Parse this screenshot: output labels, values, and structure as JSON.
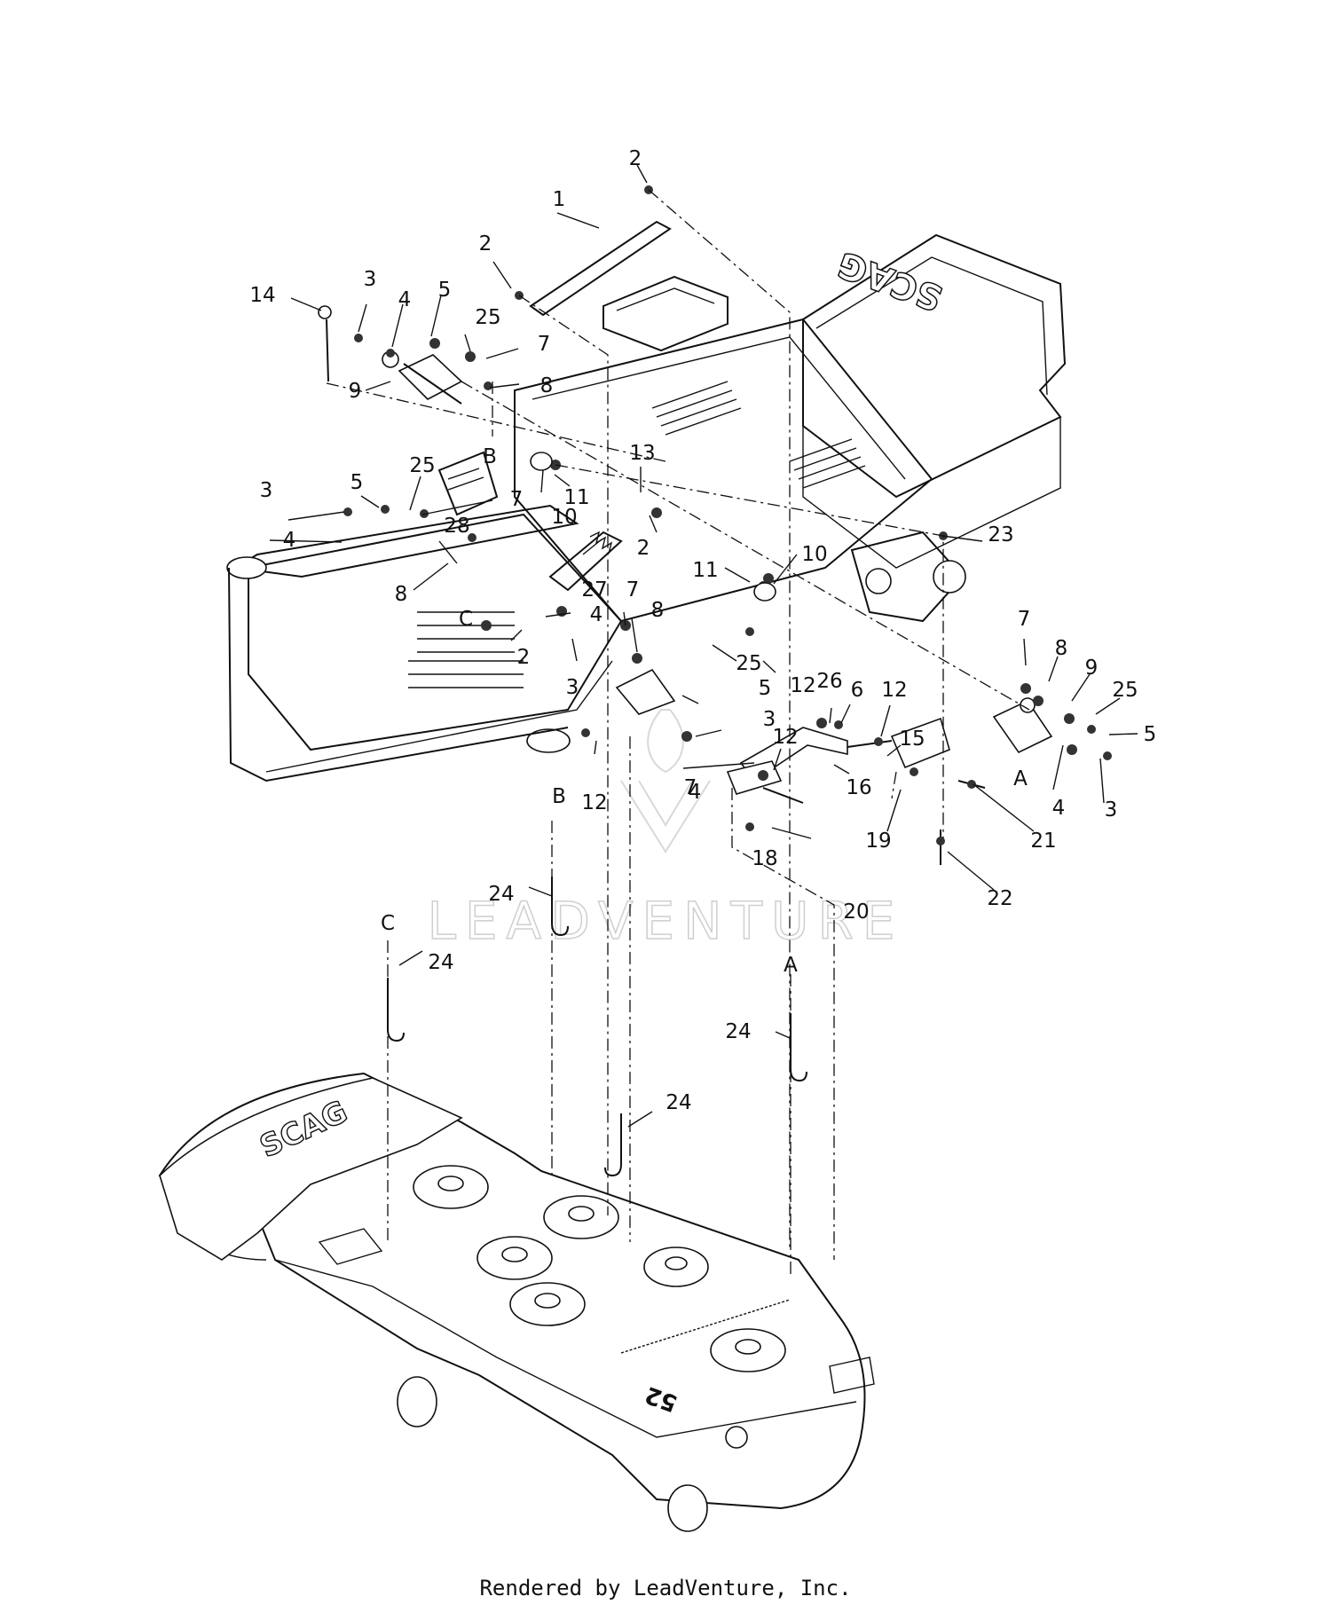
{
  "watermark": "LEADVENTURE",
  "footer": "Rendered by LeadVenture, Inc.",
  "brand_marks": {
    "chassis": "SCAG",
    "deck": "SCAG",
    "deck_size": "52"
  },
  "callouts": [
    {
      "id": "c-2a",
      "text": "2"
    },
    {
      "id": "c-1",
      "text": "1"
    },
    {
      "id": "c-2b",
      "text": "2"
    },
    {
      "id": "c-14",
      "text": "14"
    },
    {
      "id": "c-3a",
      "text": "3"
    },
    {
      "id": "c-4a",
      "text": "4"
    },
    {
      "id": "c-5a",
      "text": "5"
    },
    {
      "id": "c-25a",
      "text": "25"
    },
    {
      "id": "c-7a",
      "text": "7"
    },
    {
      "id": "c-9a",
      "text": "9"
    },
    {
      "id": "c-8a",
      "text": "8"
    },
    {
      "id": "c-B1",
      "text": "B"
    },
    {
      "id": "c-13",
      "text": "13"
    },
    {
      "id": "c-10a",
      "text": "10"
    },
    {
      "id": "c-11a",
      "text": "11"
    },
    {
      "id": "c-3b",
      "text": "3"
    },
    {
      "id": "c-5b",
      "text": "5"
    },
    {
      "id": "c-25b",
      "text": "25"
    },
    {
      "id": "c-4b",
      "text": "4"
    },
    {
      "id": "c-28",
      "text": "28"
    },
    {
      "id": "c-7b",
      "text": "7"
    },
    {
      "id": "c-2c",
      "text": "2"
    },
    {
      "id": "c-27",
      "text": "27"
    },
    {
      "id": "c-8b",
      "text": "8"
    },
    {
      "id": "c-C1",
      "text": "C"
    },
    {
      "id": "c-4c",
      "text": "4"
    },
    {
      "id": "c-2d",
      "text": "2"
    },
    {
      "id": "c-3c",
      "text": "3"
    },
    {
      "id": "c-7c",
      "text": "7"
    },
    {
      "id": "c-8c",
      "text": "8"
    },
    {
      "id": "c-11b",
      "text": "11"
    },
    {
      "id": "c-10b",
      "text": "10"
    },
    {
      "id": "c-23",
      "text": "23"
    },
    {
      "id": "c-12a",
      "text": "12"
    },
    {
      "id": "c-25c",
      "text": "25"
    },
    {
      "id": "c-5c",
      "text": "5"
    },
    {
      "id": "c-12b",
      "text": "12"
    },
    {
      "id": "c-3d",
      "text": "3"
    },
    {
      "id": "c-4d",
      "text": "4"
    },
    {
      "id": "c-26",
      "text": "26"
    },
    {
      "id": "c-6",
      "text": "6"
    },
    {
      "id": "c-12c",
      "text": "12"
    },
    {
      "id": "c-12d",
      "text": "12"
    },
    {
      "id": "c-15",
      "text": "15"
    },
    {
      "id": "c-7d",
      "text": "7"
    },
    {
      "id": "c-16",
      "text": "16"
    },
    {
      "id": "c-18",
      "text": "18"
    },
    {
      "id": "c-20",
      "text": "20"
    },
    {
      "id": "c-19",
      "text": "19"
    },
    {
      "id": "c-21",
      "text": "21"
    },
    {
      "id": "c-22",
      "text": "22"
    },
    {
      "id": "c-7e",
      "text": "7"
    },
    {
      "id": "c-8d",
      "text": "8"
    },
    {
      "id": "c-9b",
      "text": "9"
    },
    {
      "id": "c-25d",
      "text": "25"
    },
    {
      "id": "c-5d",
      "text": "5"
    },
    {
      "id": "c-A1",
      "text": "A"
    },
    {
      "id": "c-4e",
      "text": "4"
    },
    {
      "id": "c-3e",
      "text": "3"
    },
    {
      "id": "c-B2",
      "text": "B"
    },
    {
      "id": "c-24a",
      "text": "24"
    },
    {
      "id": "c-C2",
      "text": "C"
    },
    {
      "id": "c-24b",
      "text": "24"
    },
    {
      "id": "c-A2",
      "text": "A"
    },
    {
      "id": "c-24c",
      "text": "24"
    },
    {
      "id": "c-24d",
      "text": "24"
    }
  ]
}
